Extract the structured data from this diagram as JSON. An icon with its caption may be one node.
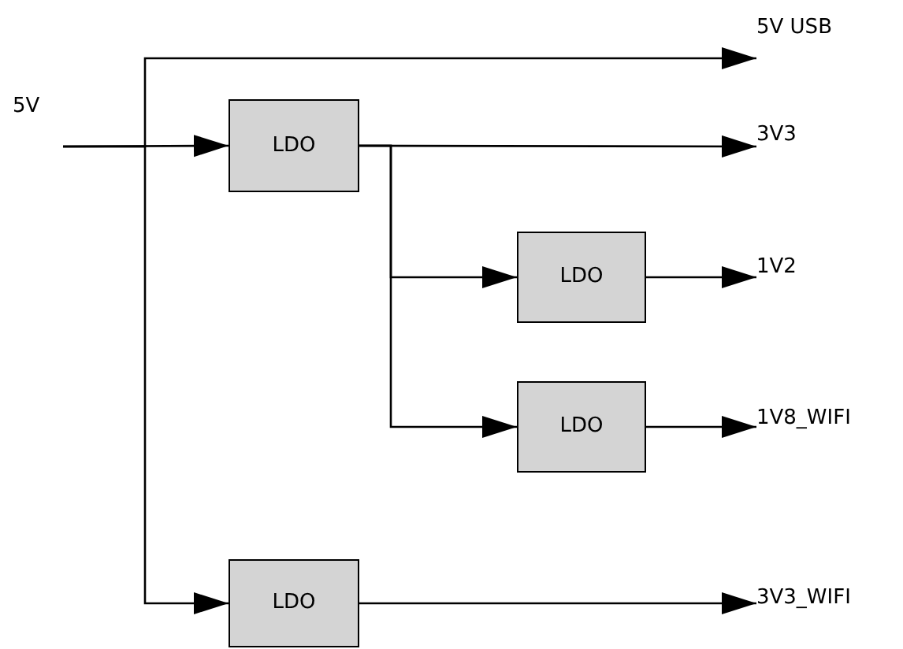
{
  "diagram": {
    "nodes": [
      {
        "text": [
          "5V"
        ]
      },
      {
        "text": [
          "LDO"
        ]
      },
      {
        "text": [
          "LDO"
        ]
      },
      {
        "text": [
          "LDO"
        ]
      },
      {
        "text": [
          "LDO"
        ]
      },
      {
        "text": [
          "5V USB"
        ]
      },
      {
        "text": [
          "3V3"
        ]
      },
      {
        "text": [
          "1V2"
        ]
      },
      {
        "text": [
          "1V8_WIFI"
        ]
      },
      {
        "text": [
          "3V3_WIFI"
        ]
      }
    ],
    "edges": [
      {
        "from": 0,
        "to": 1,
        "arrow": "to"
      },
      {
        "from": 0,
        "to": 5,
        "arrow": "to"
      },
      {
        "from": 0,
        "to": 4,
        "arrow": "to"
      },
      {
        "from": 1,
        "to": 6,
        "arrow": "to"
      },
      {
        "from": 1,
        "to": 2,
        "arrow": "to"
      },
      {
        "from": 1,
        "to": 3,
        "arrow": "to"
      },
      {
        "from": 2,
        "to": 7,
        "arrow": "to"
      },
      {
        "from": 3,
        "to": 8,
        "arrow": "to"
      },
      {
        "from": 4,
        "to": 9,
        "arrow": "to"
      }
    ]
  }
}
